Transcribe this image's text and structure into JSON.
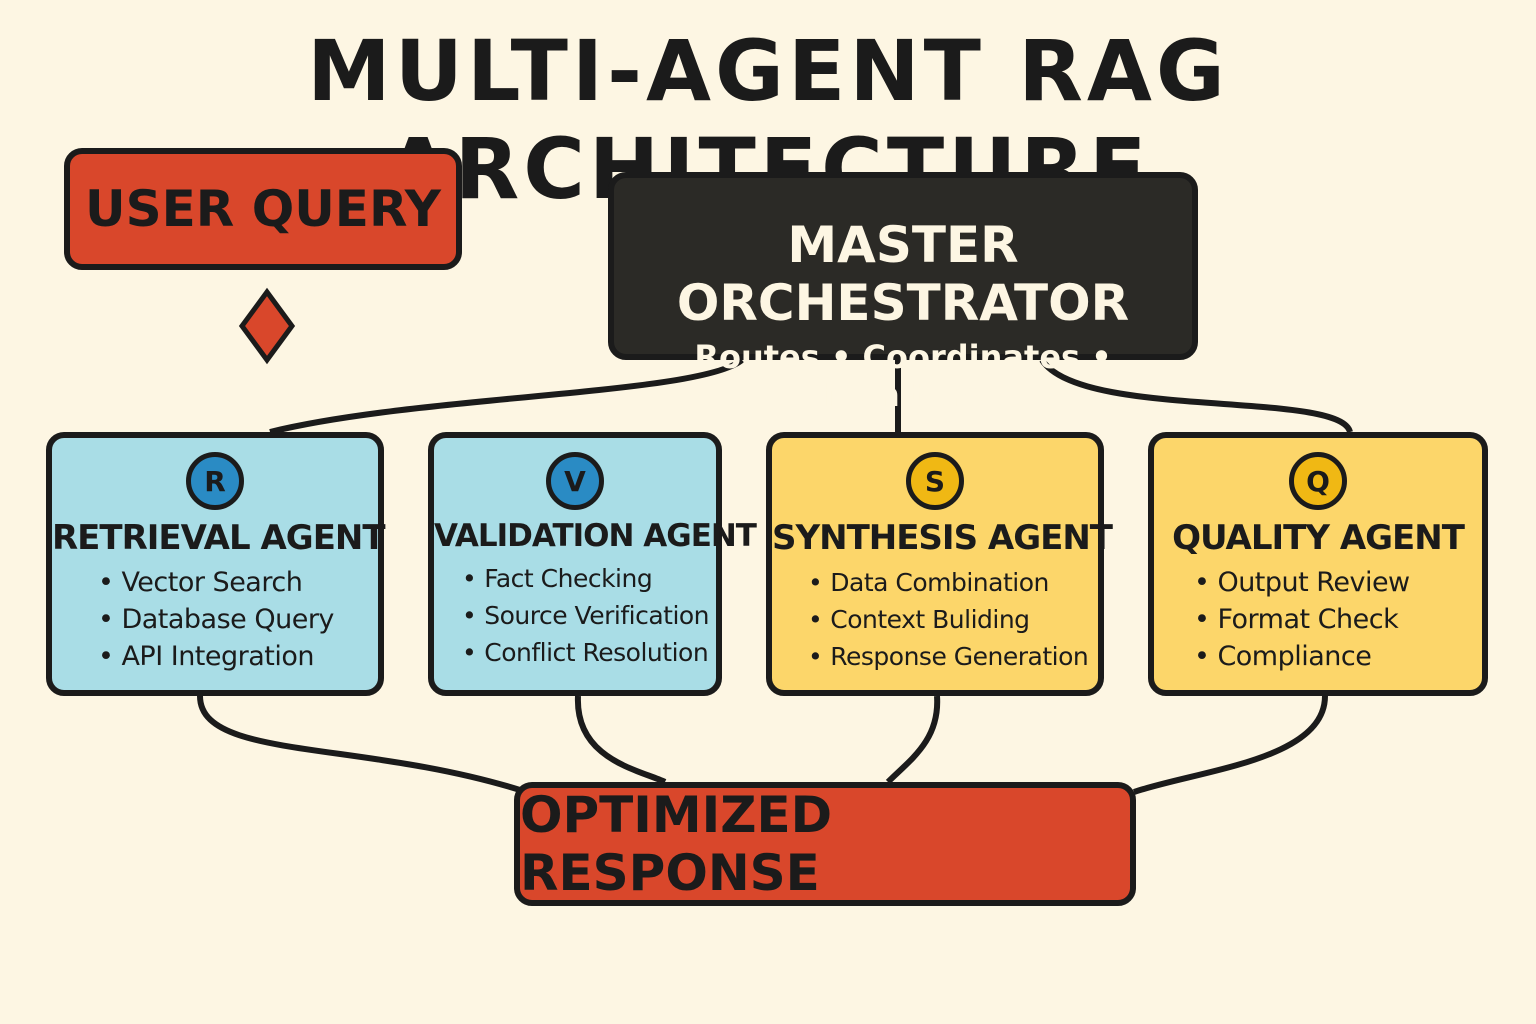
{
  "title": "MULTI-AGENT RAG ARCHITECTURE",
  "user_query": "USER QUERY",
  "orchestrator": {
    "title": "MASTER ORCHESTRATOR",
    "subtitle": "Routes • Coordinates • Monitors"
  },
  "agents": [
    {
      "badge": "R",
      "name": "RETRIEVAL AGENT",
      "items": [
        "Vector Search",
        "Database Query",
        "API Integration"
      ]
    },
    {
      "badge": "V",
      "name": "VALIDATION AGENT",
      "items": [
        "Fact Checking",
        "Source Verification",
        "Conflict Resolution"
      ]
    },
    {
      "badge": "S",
      "name": "SYNTHESIS AGENT",
      "items": [
        "Data Combination",
        "Context Buliding",
        "Response Generation"
      ]
    },
    {
      "badge": "Q",
      "name": "QUALITY AGENT",
      "items": [
        "Output Review",
        "Format Check",
        "Compliance"
      ]
    }
  ],
  "response": "OPTIMIZED RESPONSE",
  "colors": {
    "background": "#fdf6e3",
    "red": "#d9472b",
    "dark": "#2b2a26",
    "blue": "#a9dde6",
    "yellow": "#fcd66a",
    "outline": "#1b1b1b"
  }
}
